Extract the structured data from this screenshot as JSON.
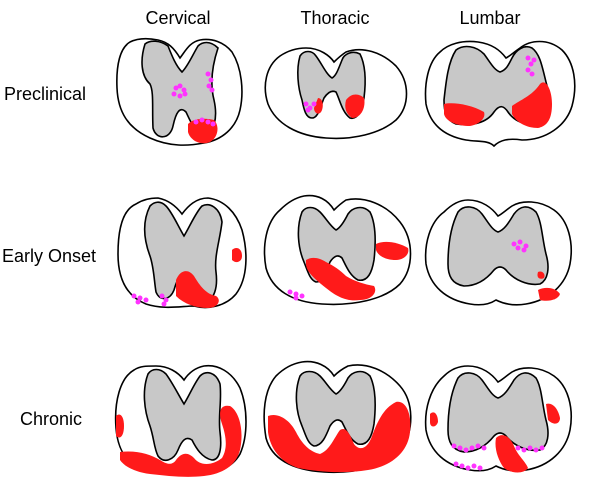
{
  "columns": [
    "Cervical",
    "Thoracic",
    "Lumbar"
  ],
  "rows": [
    "Preclinical",
    "Early Onset",
    "Chronic"
  ],
  "colors": {
    "gray_matter": "#c8c8c8",
    "lesion_red": "#ff1a1a",
    "lesion_magenta": "#ff33ff",
    "outline": "#000000"
  },
  "legend": [],
  "panels": [
    {
      "row": "Preclinical",
      "column": "Cervical",
      "lesions": [
        "red",
        "magenta"
      ]
    },
    {
      "row": "Preclinical",
      "column": "Thoracic",
      "lesions": [
        "red",
        "magenta"
      ]
    },
    {
      "row": "Preclinical",
      "column": "Lumbar",
      "lesions": [
        "red",
        "magenta"
      ]
    },
    {
      "row": "Early Onset",
      "column": "Cervical",
      "lesions": [
        "red",
        "magenta"
      ]
    },
    {
      "row": "Early Onset",
      "column": "Thoracic",
      "lesions": [
        "red",
        "magenta"
      ]
    },
    {
      "row": "Early Onset",
      "column": "Lumbar",
      "lesions": [
        "red",
        "magenta"
      ]
    },
    {
      "row": "Chronic",
      "column": "Cervical",
      "lesions": [
        "red"
      ]
    },
    {
      "row": "Chronic",
      "column": "Thoracic",
      "lesions": [
        "red"
      ]
    },
    {
      "row": "Chronic",
      "column": "Lumbar",
      "lesions": [
        "red",
        "magenta"
      ]
    }
  ]
}
